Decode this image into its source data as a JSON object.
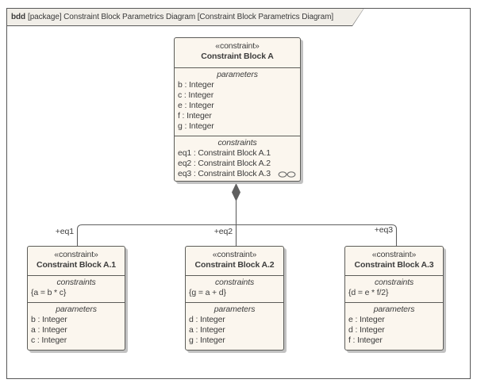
{
  "frame_header": {
    "keyword": "bdd",
    "title": "[package] Constraint Block Parametrics Diagram [Constraint Block Parametrics Diagram]"
  },
  "blocks": {
    "a": {
      "stereotype": "«constraint»",
      "name": "Constraint Block A",
      "parameters": {
        "label": "parameters",
        "items": [
          "b : Integer",
          "c : Integer",
          "e : Integer",
          "f : Integer",
          "g : Integer"
        ]
      },
      "constraints": {
        "label": "constraints",
        "items": [
          "eq1 : Constraint Block A.1",
          "eq2 : Constraint Block A.2",
          "eq3 : Constraint Block A.3"
        ]
      }
    },
    "a1": {
      "stereotype": "«constraint»",
      "name": "Constraint Block A.1",
      "constraints": {
        "label": "constraints",
        "items": [
          "{a = b * c}"
        ]
      },
      "parameters": {
        "label": "parameters",
        "items": [
          "b : Integer",
          "a : Integer",
          "c : Integer"
        ]
      }
    },
    "a2": {
      "stereotype": "«constraint»",
      "name": "Constraint Block A.2",
      "constraints": {
        "label": "constraints",
        "items": [
          "{g = a + d}"
        ]
      },
      "parameters": {
        "label": "parameters",
        "items": [
          "d : Integer",
          "a : Integer",
          "g : Integer"
        ]
      }
    },
    "a3": {
      "stereotype": "«constraint»",
      "name": "Constraint Block A.3",
      "constraints": {
        "label": "constraints",
        "items": [
          "{d = e * f/2}"
        ]
      },
      "parameters": {
        "label": "parameters",
        "items": [
          "e : Integer",
          "d : Integer",
          "f : Integer"
        ]
      }
    }
  },
  "connectors": {
    "eq1_label": "+eq1",
    "eq2_label": "+eq2",
    "eq3_label": "+eq3"
  },
  "icons": {
    "composite_structure": "linked-ovals-icon"
  },
  "colors": {
    "block_fill": "#FBF6EE",
    "block_border": "#5C5C58",
    "connector_line": "#5F5F5F",
    "shadow": "#C2C2C2",
    "tab_fill": "#F1EEE8",
    "text": "#3D3D3D"
  }
}
